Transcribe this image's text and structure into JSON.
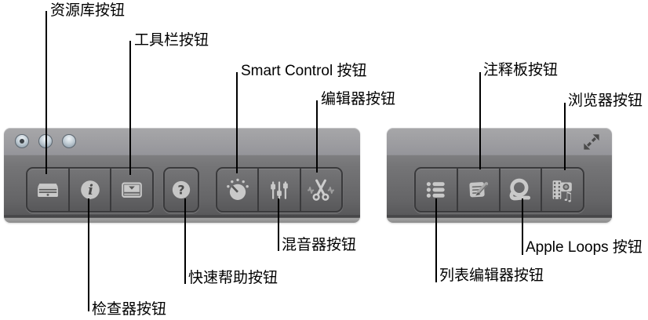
{
  "figure": {
    "description_colors": {
      "toolbar_top": "#95959a",
      "toolbar_body": "#646466",
      "toolbar_bottom_strip": "#9a9a9a",
      "button_border": "#3a3a3c",
      "icon": "#c9c9c9",
      "callout_line": "#000000",
      "label_text": "#000000"
    }
  },
  "callouts": [
    {
      "id": "library",
      "text": "资源库按钮"
    },
    {
      "id": "toolbar",
      "text": "工具栏按钮"
    },
    {
      "id": "smart-control",
      "text": "Smart Control 按钮"
    },
    {
      "id": "editors",
      "text": "编辑器按钮"
    },
    {
      "id": "note-pads",
      "text": "注释板按钮"
    },
    {
      "id": "browsers",
      "text": "浏览器按钮"
    },
    {
      "id": "inspector",
      "text": "检查器按钮"
    },
    {
      "id": "quick-help",
      "text": "快速帮助按钮"
    },
    {
      "id": "mixer",
      "text": "混音器按钮"
    },
    {
      "id": "list-editors",
      "text": "列表编辑器按钮"
    },
    {
      "id": "apple-loops",
      "text": "Apple Loops 按钮"
    }
  ],
  "toolbars": [
    {
      "side": "left",
      "window_controls": {
        "count": 3,
        "first_has_dot": true
      },
      "groups": [
        {
          "buttons": [
            {
              "id": "library",
              "icon": "library-icon"
            },
            {
              "id": "inspector",
              "icon": "info-icon"
            },
            {
              "id": "toolbar",
              "icon": "toolbar-window-icon"
            }
          ]
        },
        {
          "buttons": [
            {
              "id": "quick-help",
              "icon": "question-icon"
            }
          ]
        },
        {
          "buttons": [
            {
              "id": "smart-controls",
              "icon": "knob-icon"
            },
            {
              "id": "mixer",
              "icon": "faders-icon"
            },
            {
              "id": "editors",
              "icon": "scissors-waveform-icon"
            }
          ]
        }
      ]
    },
    {
      "side": "right",
      "expand_icon": "expand-arrows-icon",
      "groups": [
        {
          "buttons": [
            {
              "id": "list-editors",
              "icon": "bullet-list-icon"
            },
            {
              "id": "note-pads",
              "icon": "notepad-pencil-icon"
            },
            {
              "id": "apple-loops",
              "icon": "loop-lasso-icon"
            },
            {
              "id": "browsers",
              "icon": "media-browser-icon"
            }
          ]
        }
      ]
    }
  ],
  "icons": {
    "info_glyph": "i",
    "help_glyph": "?",
    "music_note_glyph": "♫"
  }
}
